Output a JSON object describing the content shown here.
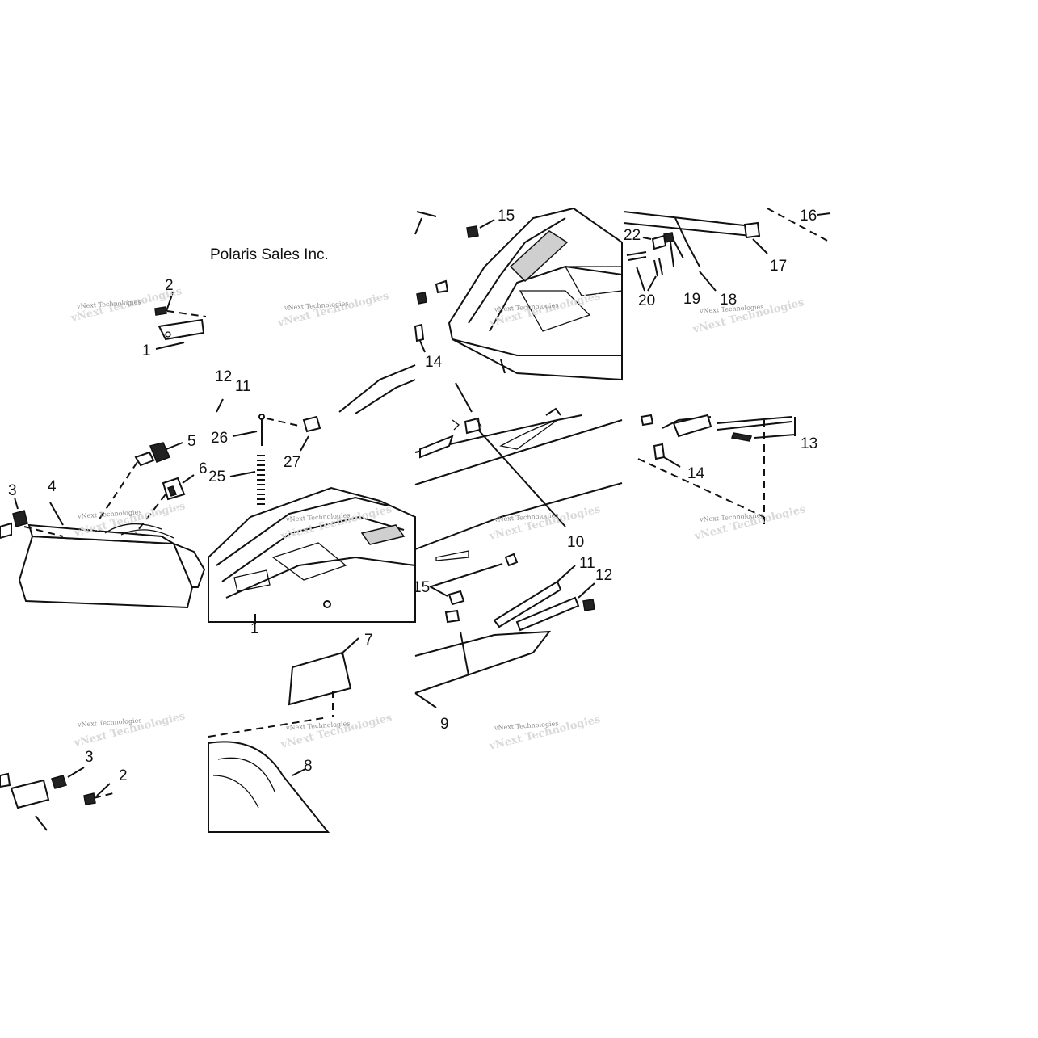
{
  "company": "Polaris Sales Inc.",
  "watermark": "vNext Technologies",
  "callouts": [
    "1",
    "2",
    "3",
    "4",
    "5",
    "6",
    "7",
    "8",
    "9",
    "10",
    "11",
    "12",
    "13",
    "14",
    "15",
    "16",
    "17",
    "18",
    "19",
    "20",
    "22",
    "25",
    "26",
    "27"
  ]
}
